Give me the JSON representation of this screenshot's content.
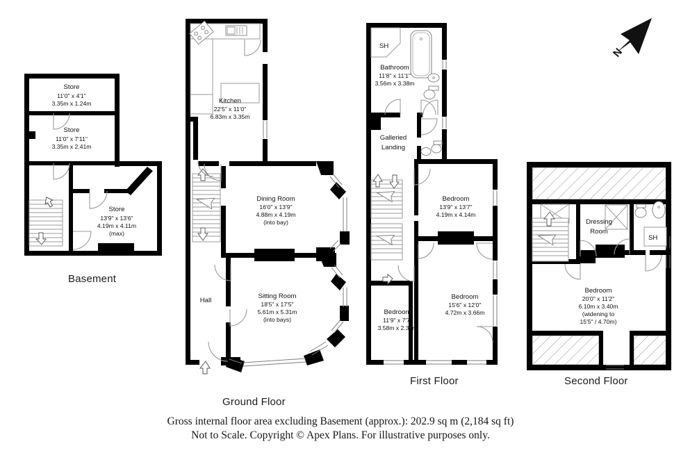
{
  "document": {
    "type": "floor-plan",
    "footer_line_1": "Gross internal floor area excluding Basement (approx.): 202.9 sq m (2,184 sq ft)",
    "footer_line_2": "Not to Scale. Copyright © Apex Plans. For illustrative purposes only.",
    "compass_label": "N"
  },
  "floors": [
    {
      "id": "basement",
      "label": "Basement",
      "rooms": [
        {
          "name": "Store",
          "imperial": "11'0\" x 4'1\"",
          "metric": "3.35m x 1.24m",
          "note": ""
        },
        {
          "name": "Store",
          "imperial": "11'0\" x 7'11\"",
          "metric": "3.35m x 2.41m",
          "note": ""
        },
        {
          "name": "Store",
          "imperial": "13'9\" x 13'6\"",
          "metric": "4.19m x 4.11m",
          "note": "(max)"
        }
      ]
    },
    {
      "id": "ground",
      "label": "Ground Floor",
      "rooms": [
        {
          "name": "Kitchen",
          "imperial": "22'5\" x 11'0\"",
          "metric": "6.83m x 3.35m",
          "note": ""
        },
        {
          "name": "Dining Room",
          "imperial": "16'0\" x 13'9\"",
          "metric": "4.88m x 4.19m",
          "note": "(into bay)"
        },
        {
          "name": "Sitting Room",
          "imperial": "18'5\" x 17'5\"",
          "metric": "5.61m x 5.31m",
          "note": "(into bays)"
        },
        {
          "name": "Hall",
          "imperial": "",
          "metric": "",
          "note": ""
        }
      ]
    },
    {
      "id": "first",
      "label": "First Floor",
      "rooms": [
        {
          "name": "Bathroom",
          "imperial": "11'8\" x 11'1\"",
          "metric": "3.56m x 3.38m",
          "note": ""
        },
        {
          "name": "Galleried Landing",
          "name_line_1": "Galleried",
          "name_line_2": "Landing",
          "imperial": "",
          "metric": "",
          "note": ""
        },
        {
          "name": "Bedroom",
          "imperial": "13'9\" x 13'7\"",
          "metric": "4.19m x 4.14m",
          "note": ""
        },
        {
          "name": "Bedroom",
          "imperial": "15'6\" x 12'0\"",
          "metric": "4.72m x 3.66m",
          "note": ""
        },
        {
          "name": "Bedroom",
          "imperial": "11'9\" x 7'7\"",
          "metric": "3.58m x 2.31m",
          "note": ""
        }
      ],
      "shower_label": "SH"
    },
    {
      "id": "second",
      "label": "Second Floor",
      "rooms": [
        {
          "name": "Dressing Room",
          "name_line_1": "Dressing",
          "name_line_2": "Room",
          "imperial": "",
          "metric": "",
          "note": ""
        },
        {
          "name": "Bedroom",
          "imperial": "20'0\" x 11'2\"",
          "metric": "6.10m x 3.40m",
          "note_line_1": "(widening to",
          "note_line_2": "15'5\" / 4.70m)"
        }
      ],
      "shower_label": "SH"
    }
  ],
  "colors": {
    "wall": "#000000",
    "thin_line": "#8a8a8a",
    "background": "#ffffff",
    "text": "#111111"
  }
}
